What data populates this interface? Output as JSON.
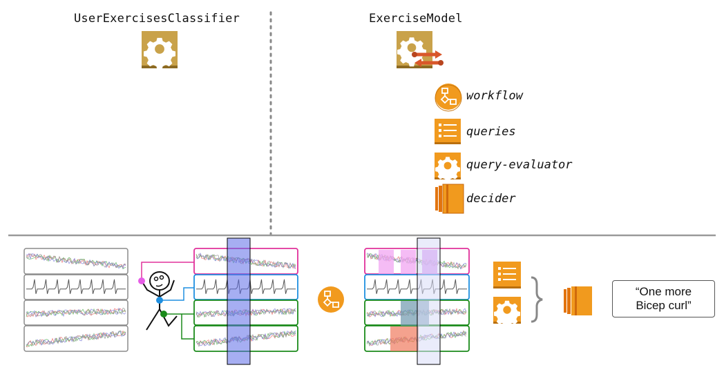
{
  "top_left": {
    "title": "UserExercisesClassifier",
    "icon": "gear-icon"
  },
  "top_right": {
    "title": "ExerciseModel",
    "icon": "gear-exchange-icon",
    "items": [
      {
        "label": "workflow",
        "icon": "workflow-icon"
      },
      {
        "label": "queries",
        "icon": "list-icon"
      },
      {
        "label": "query-evaluator",
        "icon": "gear-icon"
      },
      {
        "label": "decider",
        "icon": "compute-icon"
      }
    ]
  },
  "bottom": {
    "output_quote": "“One more\nBicep curl”"
  },
  "colors": {
    "gold": "#C9A24A",
    "orange": "#F19A1E",
    "magenta": "#E0309A",
    "blue": "#1E8FE0",
    "green": "#1A8A1A",
    "window_blue": "#7F8CF0",
    "grey": "#8A8A8A"
  }
}
